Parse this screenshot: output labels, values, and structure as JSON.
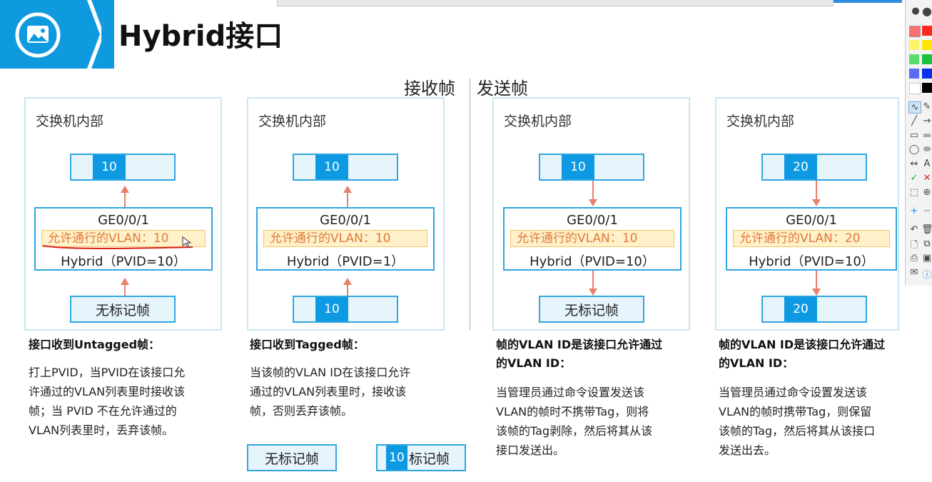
{
  "title": "Hybrid接口",
  "sections": {
    "receive": "接收帧",
    "send": "发送帧"
  },
  "panels": [
    {
      "title": "交换机内部",
      "top_frame_tag": "10",
      "port": {
        "name": "GE0/0/1",
        "vlan": "允许通行的VLAN：10",
        "mode": "Hybrid（PVID=10）"
      },
      "bottom_frame_text": "无标记帧",
      "heading": "接口收到Untagged帧：",
      "body": [
        "打上PVID，当PVID在该接口允",
        "许通过的VLAN列表里时接收该",
        "帧；当 PVID 不在允许通过的",
        "VLAN列表里时，丢弃该帧。"
      ]
    },
    {
      "title": "交换机内部",
      "top_frame_tag": "10",
      "port": {
        "name": "GE0/0/1",
        "vlan": "允许通行的VLAN：10",
        "mode": "Hybrid（PVID=1）"
      },
      "bottom_frame_tag": "10",
      "heading": "接口收到Tagged帧：",
      "body": [
        "当该帧的VLAN ID在该接口允许",
        "通过的VLAN列表里时，接收该",
        "帧，否则丢弃该帧。"
      ]
    },
    {
      "title": "交换机内部",
      "top_frame_tag": "10",
      "port": {
        "name": "GE0/0/1",
        "vlan": "允许通行的VLAN：10",
        "mode": "Hybrid（PVID=10）"
      },
      "bottom_frame_text": "无标记帧",
      "heading": [
        "帧的VLAN ID是该接口允许通过",
        "的VLAN ID："
      ],
      "body": [
        "当管理员通过命令设置发送该",
        "VLAN的帧时不携带Tag，则将",
        "该帧的Tag剥除，然后将其从该",
        "接口发送出。"
      ]
    },
    {
      "title": "交换机内部",
      "top_frame_tag": "20",
      "port": {
        "name": "GE0/0/1",
        "vlan": "允许通行的VLAN：20",
        "mode": "Hybrid（PVID=10）"
      },
      "bottom_frame_tag": "20",
      "heading": [
        "帧的VLAN ID是该接口允许通过",
        "的VLAN ID："
      ],
      "body": [
        "当管理员通过命令设置发送该",
        "VLAN的帧时携带Tag，则保留",
        "该帧的Tag，然后将其从该接口",
        "发送出去。"
      ]
    }
  ],
  "legend": {
    "untagged": "无标记帧",
    "tagged_tag": "10",
    "tagged": "标记帧"
  },
  "toolbar": {
    "icons": [
      "pen-icon",
      "line-icon",
      "rectangle-icon",
      "ellipse-icon",
      "text-icon",
      "check-icon",
      "select-icon",
      "zoom-icon",
      "undo-icon",
      "delete-icon",
      "print-icon",
      "save-icon",
      "info-icon"
    ],
    "colors": [
      "#ff3b30",
      "#ffe600",
      "#19c33c",
      "#0a2ff0",
      "#000000"
    ]
  }
}
